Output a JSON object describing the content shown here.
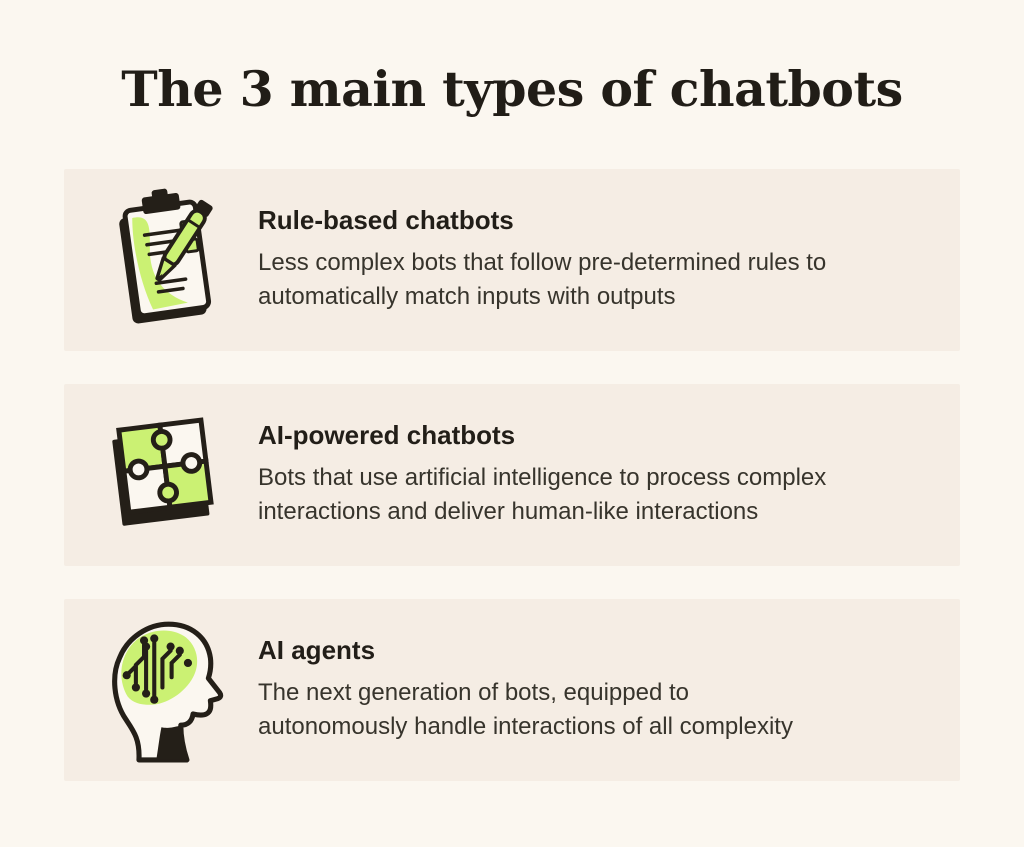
{
  "title": "The 3 main types of chatbots",
  "colors": {
    "page_background": "#FBF7F0",
    "card_background": "#F5EDE4",
    "title_ink": "#211D17",
    "body_text": "#37342C",
    "accent_green": "#CBF173",
    "icon_outline": "#241F18"
  },
  "cards": [
    {
      "icon": "clipboard-pen-icon",
      "heading": "Rule-based chatbots",
      "description": "Less complex bots that follow pre-determined rules to\nautomatically match inputs with outputs"
    },
    {
      "icon": "puzzle-pieces-icon",
      "heading": "AI-powered chatbots",
      "description": "Bots that use artificial intelligence to process complex\ninteractions and deliver human-like interactions"
    },
    {
      "icon": "head-circuit-brain-icon",
      "heading": "AI agents",
      "description": "The next generation of bots, equipped to\nautonomously handle interactions of all complexity"
    }
  ]
}
